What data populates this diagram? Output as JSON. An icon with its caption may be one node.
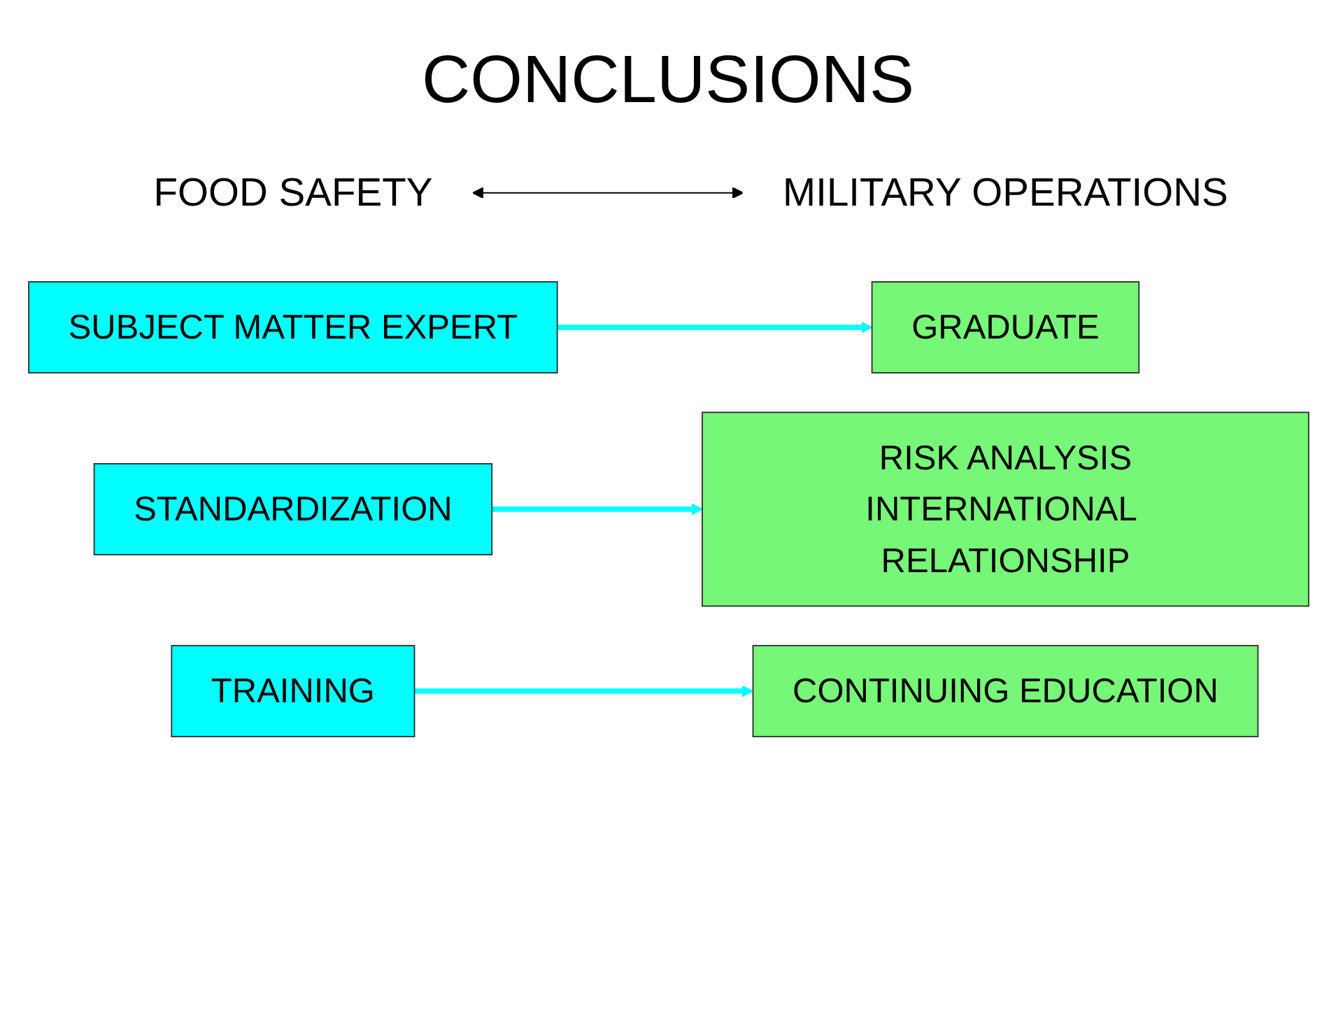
{
  "diagram": {
    "title": "CONCLUSIONS",
    "nodes": [
      {
        "text": [
          "FOOD SAFETY"
        ]
      },
      {
        "text": [
          "MILITARY OPERATIONS"
        ]
      },
      {
        "text": [
          "SUBJECT MATTER EXPERT"
        ]
      },
      {
        "text": [
          "GRADUATE"
        ]
      },
      {
        "text": [
          "STANDARDIZATION"
        ]
      },
      {
        "text": [
          "RISK ANALYSIS",
          "INTERNATIONAL RELATIONSHIP"
        ]
      },
      {
        "text": [
          "TRAINING"
        ]
      },
      {
        "text": [
          "CONTINUING EDUCATION"
        ]
      }
    ],
    "edges": [
      {
        "from": 0,
        "to": 1,
        "arrow": "both",
        "color": "#000000"
      },
      {
        "from": 2,
        "to": 3,
        "arrow": "to",
        "color": "#00ffff"
      },
      {
        "from": 4,
        "to": 5,
        "arrow": "to",
        "color": "#00ffff"
      },
      {
        "from": 6,
        "to": 7,
        "arrow": "to",
        "color": "#00ffff"
      }
    ]
  }
}
